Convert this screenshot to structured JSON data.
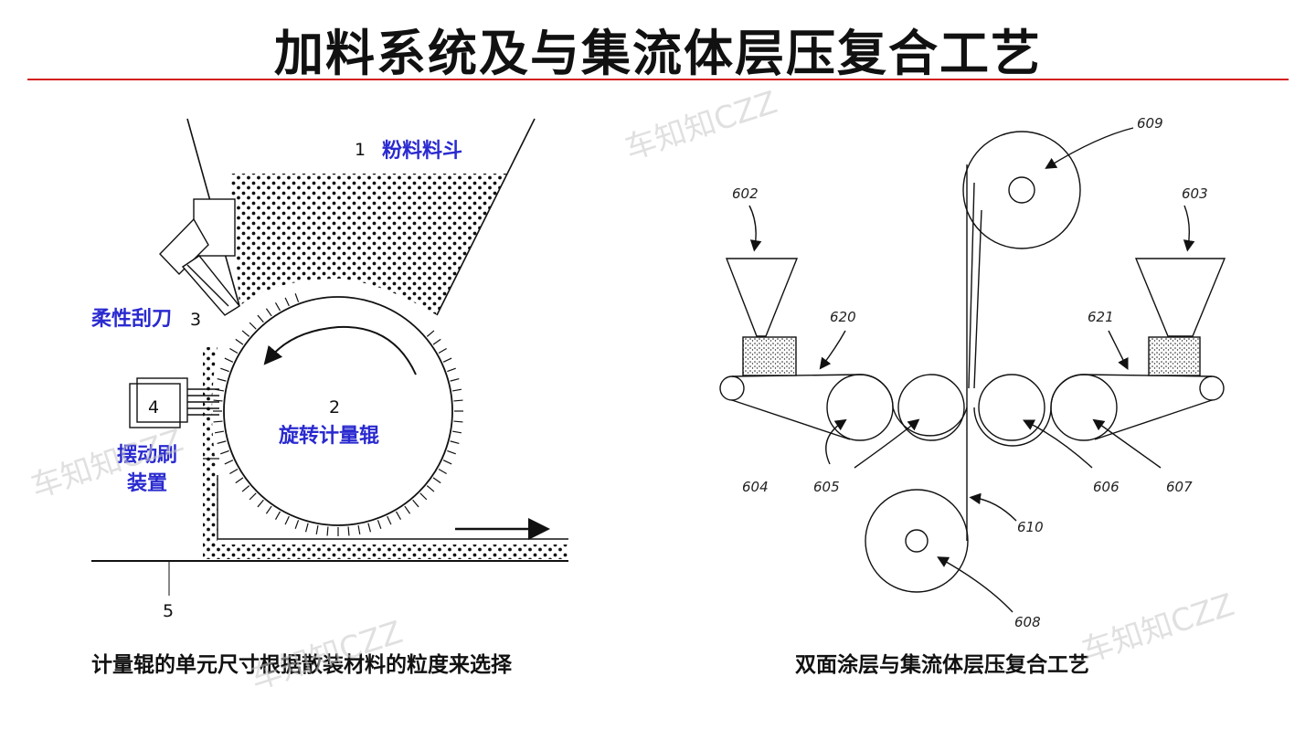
{
  "title": "加料系统及与集流体层压复合工艺",
  "left_figure": {
    "hopper_number": "1",
    "hopper_label": "粉料料斗",
    "blade_label": "柔性刮刀",
    "blade_number": "3",
    "brush_number": "4",
    "brush_label_line1": "摆动刷",
    "brush_label_line2": "装置",
    "roller_number": "2",
    "roller_label": "旋转计量辊",
    "base_number": "5",
    "caption": "计量辊的单元尺寸根据散装材料的粒度来选择"
  },
  "right_figure": {
    "labels": {
      "l609": "609",
      "l602": "602",
      "l603": "603",
      "l620": "620",
      "l621": "621",
      "l604": "604",
      "l605": "605",
      "l606": "606",
      "l607": "607",
      "l610": "610",
      "l608": "608"
    },
    "caption": "双面涂层与集流体层压复合工艺"
  },
  "watermark": "车知知CZZ",
  "colors": {
    "accent_blue": "#2a2ad0",
    "title_rule": "#d42020"
  }
}
